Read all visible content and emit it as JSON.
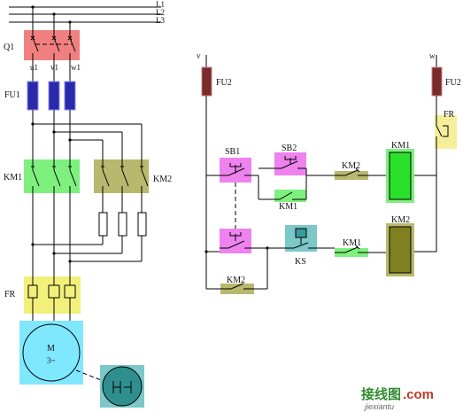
{
  "labels": {
    "l1": "L1",
    "l2": "L2",
    "l3": "L3",
    "q1": "Q1",
    "u1": "u1",
    "v1": "v1",
    "w1": "w1",
    "fu1": "FU1",
    "km1_left": "KM1",
    "km2_left": "KM2",
    "fr_left": "FR",
    "motor_m": "M",
    "motor_3": "3~",
    "v": "v",
    "w": "w",
    "fu2_left": "FU2",
    "fu2_right": "FU2",
    "fr_right": "FR",
    "sb1": "SB1",
    "sb2": "SB2",
    "km1_aux": "KM1",
    "km2_series": "KM2",
    "km1_coil": "KM1",
    "ks": "KS",
    "km1_series": "KM1",
    "km2_coil": "KM2",
    "km2_aux": "KM2"
  },
  "watermark": {
    "main": "接线图",
    "dot_com": ".com",
    "domain": "jiexiantu"
  },
  "colors": {
    "breaker": "#f08080",
    "fuse": "#2a2aa8",
    "fuse_ctrl": "#7a2a2a",
    "contactor_km1": "#7ef07e",
    "contactor_km2": "#b8b86e",
    "relay_fr": "#f2f07a",
    "fr_aux": "#f5ef9c",
    "button": "#ee82ee",
    "km1_aux": "#7ef07e",
    "km2_series": "#b8b86e",
    "ks": "#7cc7c7",
    "km1_series": "#7ef07e",
    "coil_km1": "#2be02b",
    "coil_km2": "#808020",
    "motor": "#7fe8ff",
    "speed_relay": "#2f8f8f"
  },
  "icons": [
    "circuit-breaker-icon",
    "fuse-icon",
    "contact-icon",
    "resistor-icon",
    "motor-icon",
    "speed-relay-icon",
    "coil-icon"
  ]
}
